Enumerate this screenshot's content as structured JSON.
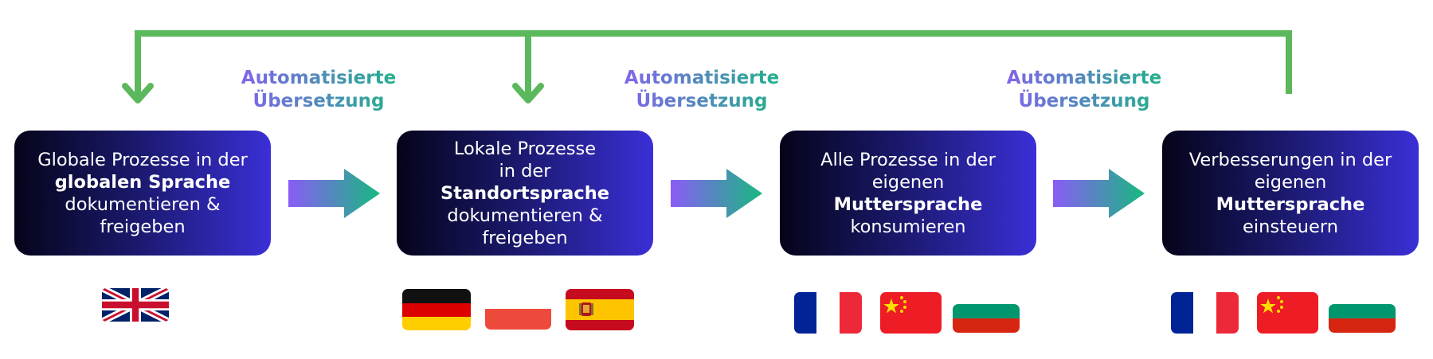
{
  "colors": {
    "loop_arrow": "#5cb85c",
    "flow_arrow_start": "#8b5cf6",
    "flow_arrow_end": "#17b980",
    "box_gradient": [
      "#05041a",
      "#191868",
      "#3a2fd6"
    ]
  },
  "translation_labels": [
    {
      "line1": "Automatisierte",
      "line2": "Übersetzung"
    },
    {
      "line1": "Automatisierte",
      "line2": "Übersetzung"
    },
    {
      "line1": "Automatisierte",
      "line2": "Übersetzung"
    }
  ],
  "boxes": [
    {
      "pre": "Globale Prozesse in der",
      "bold": "globalen Sprache",
      "post": "dokumentieren & freigeben"
    },
    {
      "pre": "Lokale Prozesse in der",
      "bold": "Standortsprache",
      "post": "dokumentieren & freigeben"
    },
    {
      "pre": "Alle Prozesse in der eigenen",
      "bold": "Muttersprache",
      "post": "konsumieren"
    },
    {
      "pre": "Verbesserungen in der eigenen",
      "bold": "Muttersprache",
      "post": "einsteuern"
    }
  ],
  "flags": [
    {
      "group": 1,
      "country": "uk-flag"
    },
    {
      "group": 2,
      "country": "germany-flag"
    },
    {
      "group": 2,
      "country": "poland-flag"
    },
    {
      "group": 2,
      "country": "spain-flag"
    },
    {
      "group": 3,
      "country": "france-flag"
    },
    {
      "group": 3,
      "country": "china-flag"
    },
    {
      "group": 3,
      "country": "bulgaria-flag"
    },
    {
      "group": 4,
      "country": "france-flag"
    },
    {
      "group": 4,
      "country": "china-flag"
    },
    {
      "group": 4,
      "country": "bulgaria-flag"
    }
  ]
}
